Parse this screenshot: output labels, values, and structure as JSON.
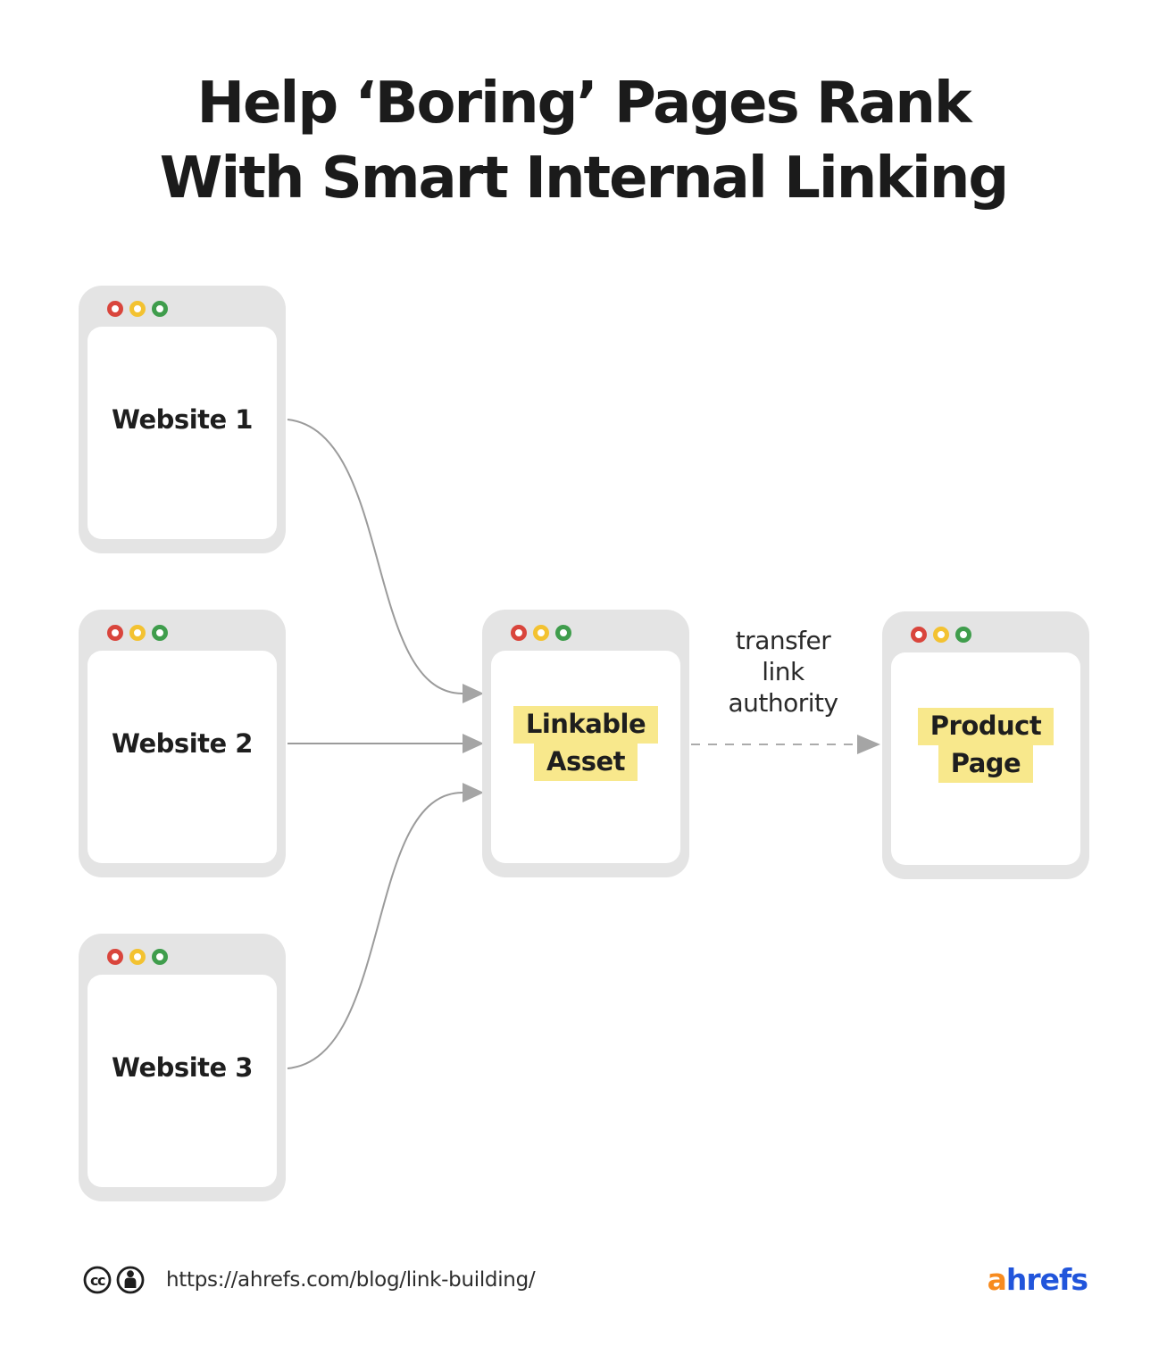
{
  "title": {
    "line1": "Help ‘Boring’ Pages Rank",
    "line2": "With Smart Internal Linking"
  },
  "windows": {
    "website1": {
      "label": "Website 1"
    },
    "website2": {
      "label": "Website 2"
    },
    "website3": {
      "label": "Website 3"
    },
    "linkable_asset": {
      "line1": "Linkable",
      "line2": "Asset"
    },
    "product_page": {
      "line1": "Product",
      "line2": "Page"
    }
  },
  "annotation": {
    "line1": "transfer",
    "line2": "link",
    "line3": "authority"
  },
  "footer": {
    "url": "https://ahrefs.com/blog/link-building/",
    "cc_label": "cc",
    "logo_prefix": "a",
    "logo_suffix": "hrefs"
  },
  "icons": {
    "traffic_lights": [
      "red-ring",
      "yellow-ring",
      "green-ring"
    ],
    "license": [
      "creative-commons",
      "attribution-person"
    ]
  },
  "colors": {
    "window_frame_gray": "#E4E4E4",
    "dot_red": "#D9453C",
    "dot_yellow": "#F3C231",
    "dot_green": "#3F9D4C",
    "highlight_yellow": "#F8E88C",
    "arrow_line_gray": "#9B9B9B",
    "arrowhead_gray": "#A5A5A5",
    "title_text": "#1B1B1B",
    "logo_orange": "#F78B1F",
    "logo_blue": "#2155DB"
  }
}
